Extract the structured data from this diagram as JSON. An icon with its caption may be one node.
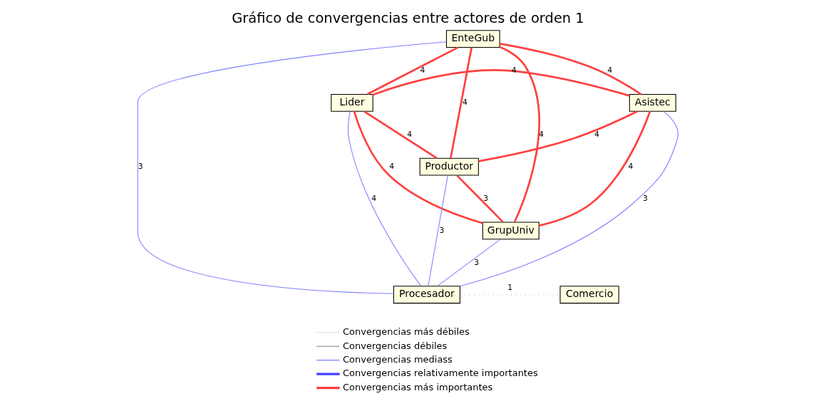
{
  "diagram": {
    "title": "Gráfico de convergencias entre actores de orden 1",
    "nodes": [
      {
        "text": [
          "EnteGub"
        ]
      },
      {
        "text": [
          "Lider"
        ]
      },
      {
        "text": [
          "Asistec"
        ]
      },
      {
        "text": [
          "Productor"
        ]
      },
      {
        "text": [
          "GrupUniv"
        ]
      },
      {
        "text": [
          "Procesador"
        ]
      },
      {
        "text": [
          "Comercio"
        ]
      }
    ],
    "edges": [
      {
        "from": 0,
        "to": 1,
        "arrow": "none",
        "label": "4"
      },
      {
        "from": 0,
        "to": 2,
        "arrow": "none",
        "label": "4"
      },
      {
        "from": 1,
        "to": 2,
        "arrow": "none",
        "label": "4"
      },
      {
        "from": 0,
        "to": 3,
        "arrow": "none",
        "label": "4"
      },
      {
        "from": 0,
        "to": 4,
        "arrow": "none",
        "label": "4"
      },
      {
        "from": 1,
        "to": 3,
        "arrow": "none",
        "label": "4"
      },
      {
        "from": 1,
        "to": 4,
        "arrow": "none",
        "label": "4"
      },
      {
        "from": 2,
        "to": 3,
        "arrow": "none",
        "label": "4"
      },
      {
        "from": 2,
        "to": 4,
        "arrow": "none",
        "label": "4"
      },
      {
        "from": 3,
        "to": 4,
        "arrow": "none",
        "label": "3"
      },
      {
        "from": 0,
        "to": 5,
        "arrow": "none",
        "label": "3",
        "color": "#8080ff"
      },
      {
        "from": 1,
        "to": 5,
        "arrow": "none",
        "label": "4",
        "color": "#8080ff"
      },
      {
        "from": 3,
        "to": 5,
        "arrow": "none",
        "label": "3",
        "color": "#8080ff"
      },
      {
        "from": 2,
        "to": 5,
        "arrow": "none",
        "label": "3",
        "color": "#8080ff"
      },
      {
        "from": 4,
        "to": 5,
        "arrow": "none",
        "label": "3",
        "color": "#8080ff"
      },
      {
        "from": 5,
        "to": 6,
        "arrow": "none",
        "label": "1",
        "style": "dashed",
        "color": "#b0b0b0"
      }
    ],
    "legend": [
      {
        "text": "Convergencias más débiles"
      },
      {
        "text": "Convergencias débiles"
      },
      {
        "text": "Convergencias mediass"
      },
      {
        "text": "Convergencias relativamente importantes"
      },
      {
        "text": "Convergencias más importantes"
      }
    ]
  }
}
